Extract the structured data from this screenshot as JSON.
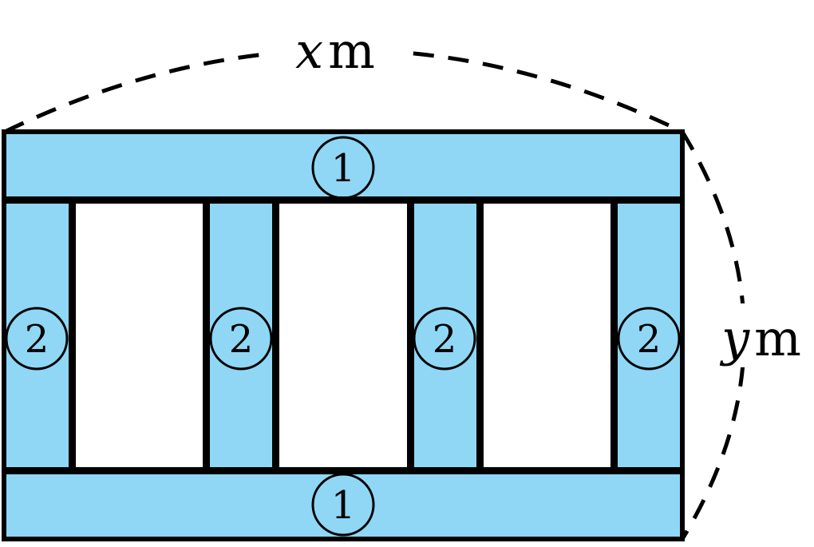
{
  "colors": {
    "beam_fill": "#8fd7f5",
    "stroke": "#000000",
    "background": "#ffffff"
  },
  "labels": {
    "top_beam": "1",
    "bottom_beam": "1",
    "post_1": "2",
    "post_2": "2",
    "post_3": "2",
    "post_4": "2"
  },
  "dimensions": {
    "width_variable": "x",
    "width_unit": "m",
    "height_variable": "y",
    "height_unit": "m"
  }
}
